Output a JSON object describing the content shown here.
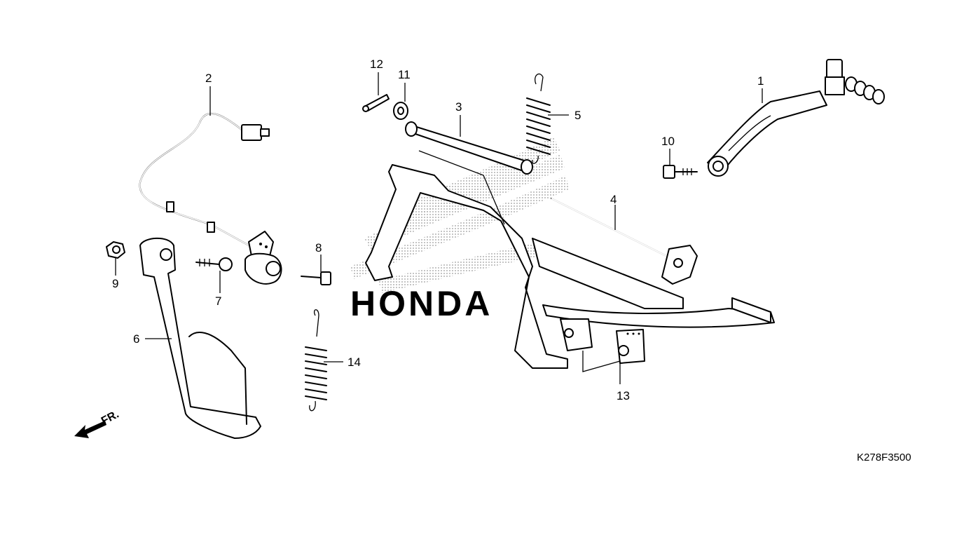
{
  "diagram": {
    "drawing_code": "K278F3500",
    "direction_label": "FR.",
    "watermark_text": "HONDA",
    "callouts": [
      "1",
      "2",
      "3",
      "4",
      "5",
      "6",
      "7",
      "8",
      "9",
      "10",
      "11",
      "12",
      "13",
      "14"
    ]
  },
  "colors": {
    "line": "#000000",
    "background": "#ffffff",
    "watermark_dots": "#9a9a9a"
  },
  "icons": [
    "front-direction-arrow-icon",
    "honda-wing-watermark-icon"
  ]
}
